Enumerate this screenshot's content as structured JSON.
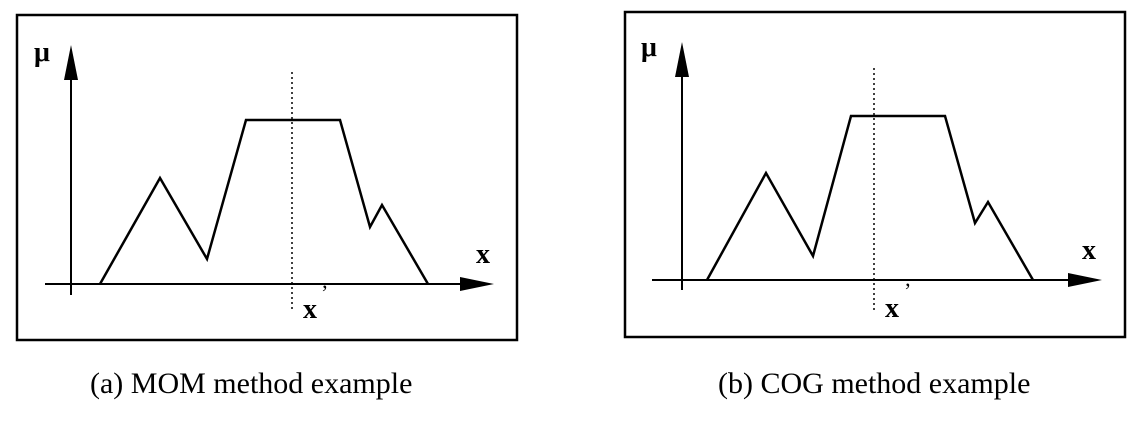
{
  "panels": [
    {
      "id": "mom",
      "y_axis_label": "μ",
      "x_axis_label": "x",
      "crisp_output_label": "x",
      "crisp_output_prime": "’",
      "caption": "(a) MOM method example"
    },
    {
      "id": "cog",
      "y_axis_label": "μ",
      "x_axis_label": "x",
      "crisp_output_label": "x",
      "crisp_output_prime": "’",
      "caption": "(b) COG method example"
    }
  ]
}
